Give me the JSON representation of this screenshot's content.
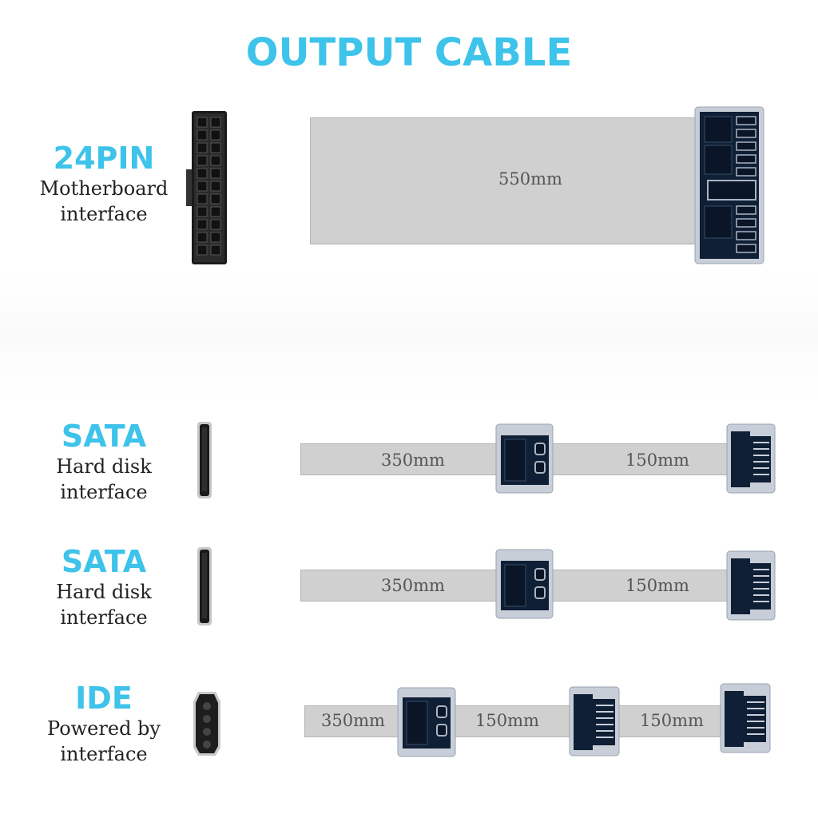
{
  "title": "OUTPUT CABLE",
  "cables": [
    {
      "name": "24PIN",
      "line1": "Motherboard",
      "line2": "interface",
      "segments": [
        "550mm"
      ]
    },
    {
      "name": "SATA",
      "line1": "Hard disk",
      "line2": "interface",
      "segments": [
        "350mm",
        "150mm"
      ]
    },
    {
      "name": "SATA",
      "line1": "Hard disk",
      "line2": "interface",
      "segments": [
        "350mm",
        "150mm"
      ]
    },
    {
      "name": "IDE",
      "line1": "Powered by",
      "line2": "interface",
      "segments": [
        "350mm",
        "150mm",
        "150mm"
      ]
    }
  ]
}
